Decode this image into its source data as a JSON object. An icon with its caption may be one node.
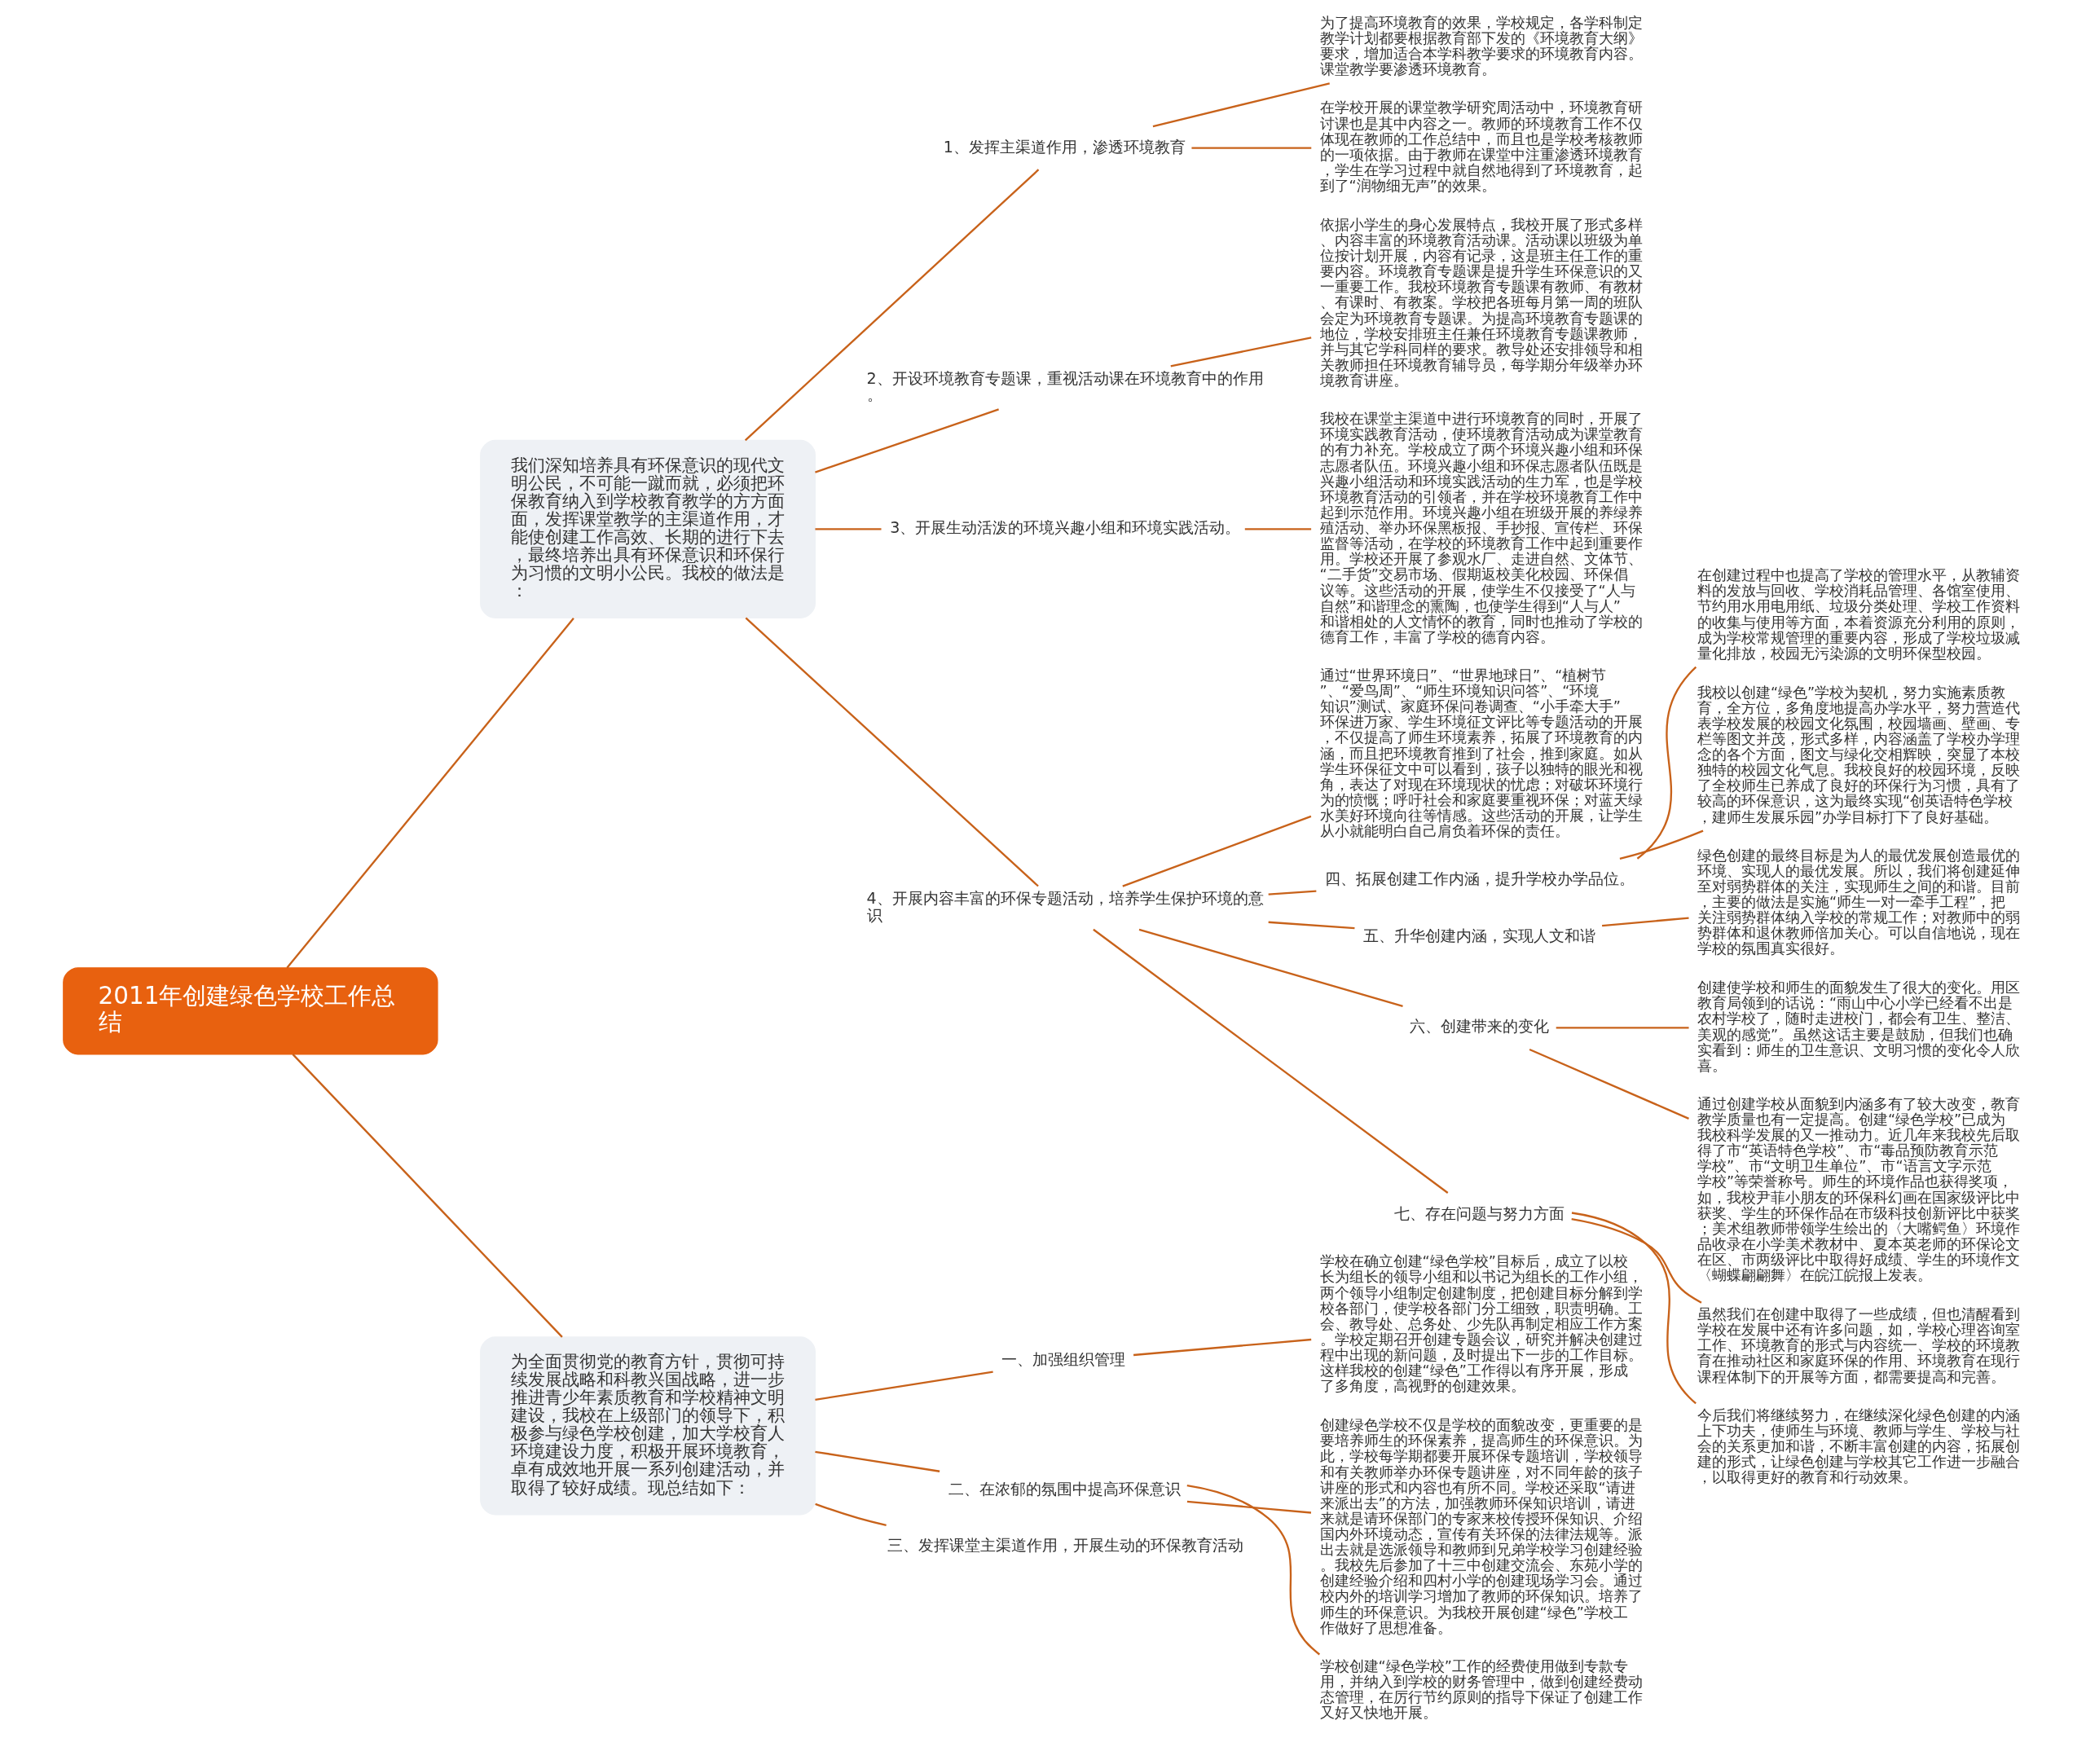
{
  "diagram": {
    "nodes": [
      {
        "text": [
          "2011年创建绿色学校工作总结"
        ]
      },
      {
        "text": [
          "我们深知培养具有环保意识的现代文明公民，不可能一蹴而就，必须把环保教育纳入到学校教育教学的方方面面，发挥课堂教学的主渠道作用，才能使创建工作高效、长期的进行下去，最终培养出具有环保意识和环保行为习惯的文明小公民。我校的做法是："
        ]
      },
      {
        "text": [
          "为全面贯彻党的教育方针，贯彻可持续发展战略和科教兴国战略，进一步推进青少年素质教育和学校精神文明建设，我校在上级部门的领导下，积极参与绿色学校创建，加大学校育人环境建设力度，积极开展环境教育，卓有成效地开展一系列创建活动，并取得了较好成绩。现总结如下："
        ]
      },
      {
        "text": [
          "一、加强组织管理"
        ]
      },
      {
        "text": [
          "学校在确立创建“绿色学校”目标后，成立了以校长为组长的领导小组和以书记为组长的工作小组，两个领导小组制定创建制度，把创建目标分解到学校各部门，使学校各部门分工细致，职责明确。工会、教导处、总务处、少先队再制定相应工作方案。学校定期召开创建专题会议，研究并解决创建过程中出现的新问题，及时提出下一步的工作目标。这样我校的创建“绿色”工作得以有序开展，形成了多角度，高视野的创建效果。"
        ]
      },
      {
        "text": [
          "二、在浓郁的氛围中提高环保意识"
        ]
      },
      {
        "text": [
          "创建绿色学校不仅是学校的面貌改变，更重要的是要培养师生的环保素养，提高师生的环保意识。为此，学校每学期都要开展环保专题培训，学校领导和有关教师举办环保专题讲座，对不同年龄的孩子讲座的形式和内容也有所不同。学校还采取“请进来派出去”的方法，加强教师环保知识培训，请进来就是请环保部门的专家来校传授环保知识、介绍国内外环境动态，宣传有关环保的法律法规等。派出去就是选派领导和教师到兄弟学校学习创建经验。我校先后参加了十三中创建交流会、东苑小学的创建经验介绍和四村小学的创建现场学习会。通过校内外的培训学习增加了教师的环保知识。培养了师生的环保意识。为我校开展创建“绿色”学校工作做好了思想准备。"
        ]
      },
      {
        "text": [
          "学校创建“绿色学校”工作的经费使用做到专款专用，并纳入到学校的财务管理中，做到创建经费动态管理，在厉行节约原则的指导下保证了创建工作又好又快地开展。"
        ]
      },
      {
        "text": [
          "三、发挥课堂主渠道作用，开展生动的环保教育活动"
        ]
      },
      {
        "text": [
          "1、发挥主渠道作用，渗透环境教育"
        ]
      },
      {
        "text": [
          "为了提高环境教育的效果，学校规定，各学科制定教学计划都要根据教育部下发的《环境教育大纲》要求，增加适合本学科教学要求的环境教育内容。课堂教学要渗透环境教育。"
        ]
      },
      {
        "text": [
          "在学校开展的课堂教学研究周活动中，环境教育研讨课也是其中内容之一。教师的环境教育工作不仅体现在教师的工作总结中，而且也是学校考核教师的一项依据。由于教师在课堂中注重渗透环境教育，学生在学习过程中就自然地得到了环境教育，起到了“润物细无声”的效果。"
        ]
      },
      {
        "text": [
          "2、开设环境教育专题课，重视活动课在环境教育中的作用。"
        ]
      },
      {
        "text": [
          "依据小学生的身心发展特点，我校开展了形式多样、内容丰富的环境教育活动课。活动课以班级为单位按计划开展，内容有记录，这是班主任工作的重要内容。环境教育专题课是提升学生环保意识的又一重要工作。我校环境教育专题课有教师、有教材、有课时、有教案。学校把各班每月第一周的班队会定为环境教育专题课。为提高环境教育专题课的地位，学校安排班主任兼任环境教育专题课教师，并与其它学科同样的要求。教导处还安排领导和相关教师担任环境教育辅导员，每学期分年级举办环境教育讲座。"
        ]
      },
      {
        "text": [
          "3、开展生动活泼的环境兴趣小组和环境实践活动。"
        ]
      },
      {
        "text": [
          "我校在课堂主渠道中进行环境教育的同时，开展了环境实践教育活动，使环境教育活动成为课堂教育的有力补充。学校成立了两个环境兴趣小组和环保志愿者队伍。环境兴趣小组和环保志愿者队伍既是兴趣小组活动和环境实践活动的生力军，也是学校环境教育活动的引领者，并在学校环境教育工作中起到示范作用。环境兴趣小组在班级开展的养绿养殖活动、举办环保黑板报、手抄报、宣传栏、环保监督等活动，在学校的环境教育工作中起到重要作用。学校还开展了参观水厂、走进自然、文体节、“二手货”交易市场、假期返校美化校园、环保倡议等。这些活动的开展，使学生不仅接受了“人与自然”和谐理念的熏陶，也使学生得到“人与人”和谐相处的人文情怀的教育，同时也推动了学校的德育工作，丰富了学校的德育内容。"
        ]
      },
      {
        "text": [
          "4、开展内容丰富的环保专题活动，培养学生保护环境的意识"
        ]
      },
      {
        "text": [
          "通过“世界环境日”、“世界地球日”、“植树节”、“爱鸟周”、“师生环境知识问答”、“环境知识”测试、家庭环保问卷调查、“小手牵大手”环保进万家、学生环境征文评比等专题活动的开展，不仅提高了师生环境素养，拓展了环境教育的内涵，而且把环境教育推到了社会，推到家庭。如从学生环保征文中可以看到，孩子以独特的眼光和视角，表达了对现在环境现状的忧虑；对破坏环境行为的愤慨；呼吁社会和家庭要重视环保；对蓝天绿水美好环境向往等情感。这些活动的开展，让学生从小就能明白自己肩负着环保的责任。"
        ]
      },
      {
        "text": [
          "四、拓展创建工作内涵，提升学校办学品位。"
        ]
      },
      {
        "text": [
          "在创建过程中也提高了学校的管理水平，从教辅资料的发放与回收、学校消耗品管理、各馆室使用、节约用水用电用纸、垃圾分类处理、学校工作资料的收集与使用等方面，本着资源充分利用的原则，成为学校常规管理的重要内容，形成了学校垃圾减量化排放，校园无污染源的文明环保型校园。"
        ]
      },
      {
        "text": [
          "我校以创建“绿色”学校为契机，努力实施素质教育，全方位，多角度地提高办学水平，努力营造代表学校发展的校园文化氛围，校园墙画、壁画、专栏等图文并茂，形式多样，内容涵盖了学校办学理念的各个方面，图文与绿化交相辉映，突显了本校独特的校园文化气息。我校良好的校园环境，反映了全校师生已养成了良好的环保行为习惯，具有了较高的环保意识，这为最终实现“创英语特色学校，建师生发展乐园”办学目标打下了良好基础。"
        ]
      },
      {
        "text": [
          "五、升华创建内涵，实现人文和谐"
        ]
      },
      {
        "text": [
          "绿色创建的最终目标是为人的最优发展创造最优的环境、实现人的最优发展。所以，我们将创建延伸至对弱势群体的关注，实现师生之间的和谐。目前，主要的做法是实施“师生一对一牵手工程”，把关注弱势群体纳入学校的常规工作；对教师中的弱势群体和退休教师倍加关心。可以自信地说，现在学校的氛围真实很好。"
        ]
      },
      {
        "text": [
          "六、创建带来的变化"
        ]
      },
      {
        "text": [
          "创建使学校和师生的面貌发生了很大的变化。用区教育局领到的话说：“雨山中心小学已经看不出是农村学校了，随时走进校门，都会有卫生、整洁、美观的感觉”。虽然这话主要是鼓励，但我们也确实看到：师生的卫生意识、文明习惯的变化令人欣喜。"
        ]
      },
      {
        "text": [
          "通过创建学校从面貌到内涵多有了较大改变，教育教学质量也有一定提高。创建“绿色学校”已成为我校科学发展的又一推动力。近几年来我校先后取得了市“英语特色学校”、市“毒品预防教育示范学校”、市“文明卫生单位”、市“语言文字示范学校”等荣誉称号。师生的环境作品也获得奖项，如，我校尹菲小朋友的环保科幻画在国家级评比中获奖、学生的环保作品在市级科技创新评比中获奖；美术组教师带领学生绘出的〈大嘴鳄鱼〉环境作品收录在小学美术教材中、夏本英老师的环保论文在区、市两级评比中取得好成绩、学生的环境作文〈蝴蝶翩翩舞〉在皖江皖报上发表。"
        ]
      },
      {
        "text": [
          "七、存在问题与努力方面"
        ]
      },
      {
        "text": [
          "虽然我们在创建中取得了一些成绩，但也清醒看到学校在发展中还有许多问题，如，学校心理咨询室工作、环境教育的形式与内容统一、学校的环境教育在推动社区和家庭环保的作用、环境教育在现行课程体制下的开展等方面，都需要提高和完善。"
        ]
      },
      {
        "text": [
          "今后我们将继续努力，在继续深化绿色创建的内涵上下功夫，使师生与环境、教师与学生、学校与社会的关系更加和谐，不断丰富创建的内容，拓展创建的形式，让绿色创建与学校其它工作进一步融合，以取得更好的教育和行动效果。"
        ]
      }
    ],
    "edges": [
      {
        "from": 0,
        "to": 1,
        "arrow": "none"
      },
      {
        "from": 0,
        "to": 2,
        "arrow": "none"
      },
      {
        "from": 2,
        "to": 3,
        "arrow": "none"
      },
      {
        "from": 3,
        "to": 4,
        "arrow": "none"
      },
      {
        "from": 2,
        "to": 5,
        "arrow": "none"
      },
      {
        "from": 5,
        "to": 6,
        "arrow": "none"
      },
      {
        "from": 5,
        "to": 7,
        "arrow": "none"
      },
      {
        "from": 2,
        "to": 8,
        "arrow": "none"
      },
      {
        "from": 1,
        "to": 9,
        "arrow": "none"
      },
      {
        "from": 9,
        "to": 10,
        "arrow": "none"
      },
      {
        "from": 9,
        "to": 11,
        "arrow": "none"
      },
      {
        "from": 1,
        "to": 12,
        "arrow": "none"
      },
      {
        "from": 12,
        "to": 13,
        "arrow": "none"
      },
      {
        "from": 1,
        "to": 14,
        "arrow": "none"
      },
      {
        "from": 14,
        "to": 15,
        "arrow": "none"
      },
      {
        "from": 1,
        "to": 16,
        "arrow": "none"
      },
      {
        "from": 16,
        "to": 17,
        "arrow": "none"
      },
      {
        "from": 16,
        "to": 18,
        "arrow": "none"
      },
      {
        "from": 18,
        "to": 19,
        "arrow": "none"
      },
      {
        "from": 18,
        "to": 20,
        "arrow": "none"
      },
      {
        "from": 16,
        "to": 21,
        "arrow": "none"
      },
      {
        "from": 21,
        "to": 22,
        "arrow": "none"
      },
      {
        "from": 16,
        "to": 23,
        "arrow": "none"
      },
      {
        "from": 23,
        "to": 24,
        "arrow": "none"
      },
      {
        "from": 23,
        "to": 25,
        "arrow": "none"
      },
      {
        "from": 16,
        "to": 26,
        "arrow": "none"
      },
      {
        "from": 26,
        "to": 27,
        "arrow": "none"
      },
      {
        "from": 26,
        "to": 28,
        "arrow": "none"
      }
    ]
  }
}
